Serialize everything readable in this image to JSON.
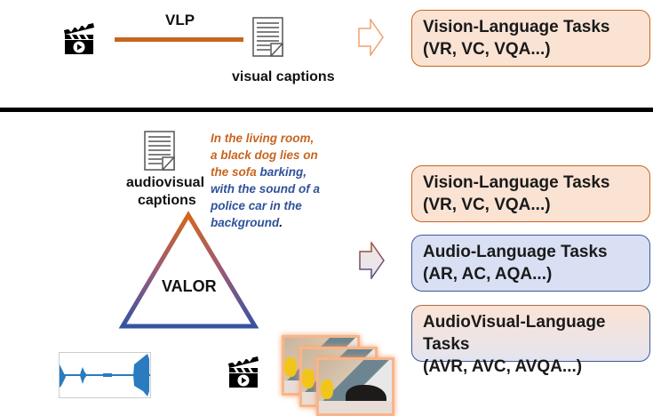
{
  "top": {
    "method_label": "VLP",
    "caption_label": "visual captions",
    "task": {
      "title": "Vision-Language Tasks",
      "subtitle": "(VR, VC, VQA...)"
    }
  },
  "bottom": {
    "caption_label_line1": "audiovisual",
    "caption_label_line2": "captions",
    "caption_segments": [
      {
        "text": "In the living room,",
        "color": "orange"
      },
      {
        "text": "a black dog lies on",
        "color": "orange"
      },
      {
        "text": "the sofa",
        "color": "orange"
      },
      {
        "text": " barking,",
        "color": "blue"
      },
      {
        "text": "with the sound of a",
        "color": "blue"
      },
      {
        "text": "police car in the",
        "color": "blue"
      },
      {
        "text": "background",
        "color": "blue"
      },
      {
        "text": ".",
        "color": "black"
      }
    ],
    "model_label": "VALOR",
    "tasks": [
      {
        "title": "Vision-Language Tasks",
        "subtitle": "(VR, VC, VQA...)"
      },
      {
        "title": "Audio-Language Tasks",
        "subtitle": "(AR, AC, AQA...)"
      },
      {
        "title": "AudioVisual-Language Tasks",
        "subtitle": "(AVR, AVC, AVQA...)"
      }
    ]
  },
  "colors": {
    "orange": "#c7651f",
    "blue": "#2f529a",
    "divider": "#000000"
  },
  "icons": {
    "video": "clapperboard-icon",
    "document": "document-icon",
    "arrow": "right-arrow-icon",
    "waveform": "audio-waveform-icon"
  }
}
